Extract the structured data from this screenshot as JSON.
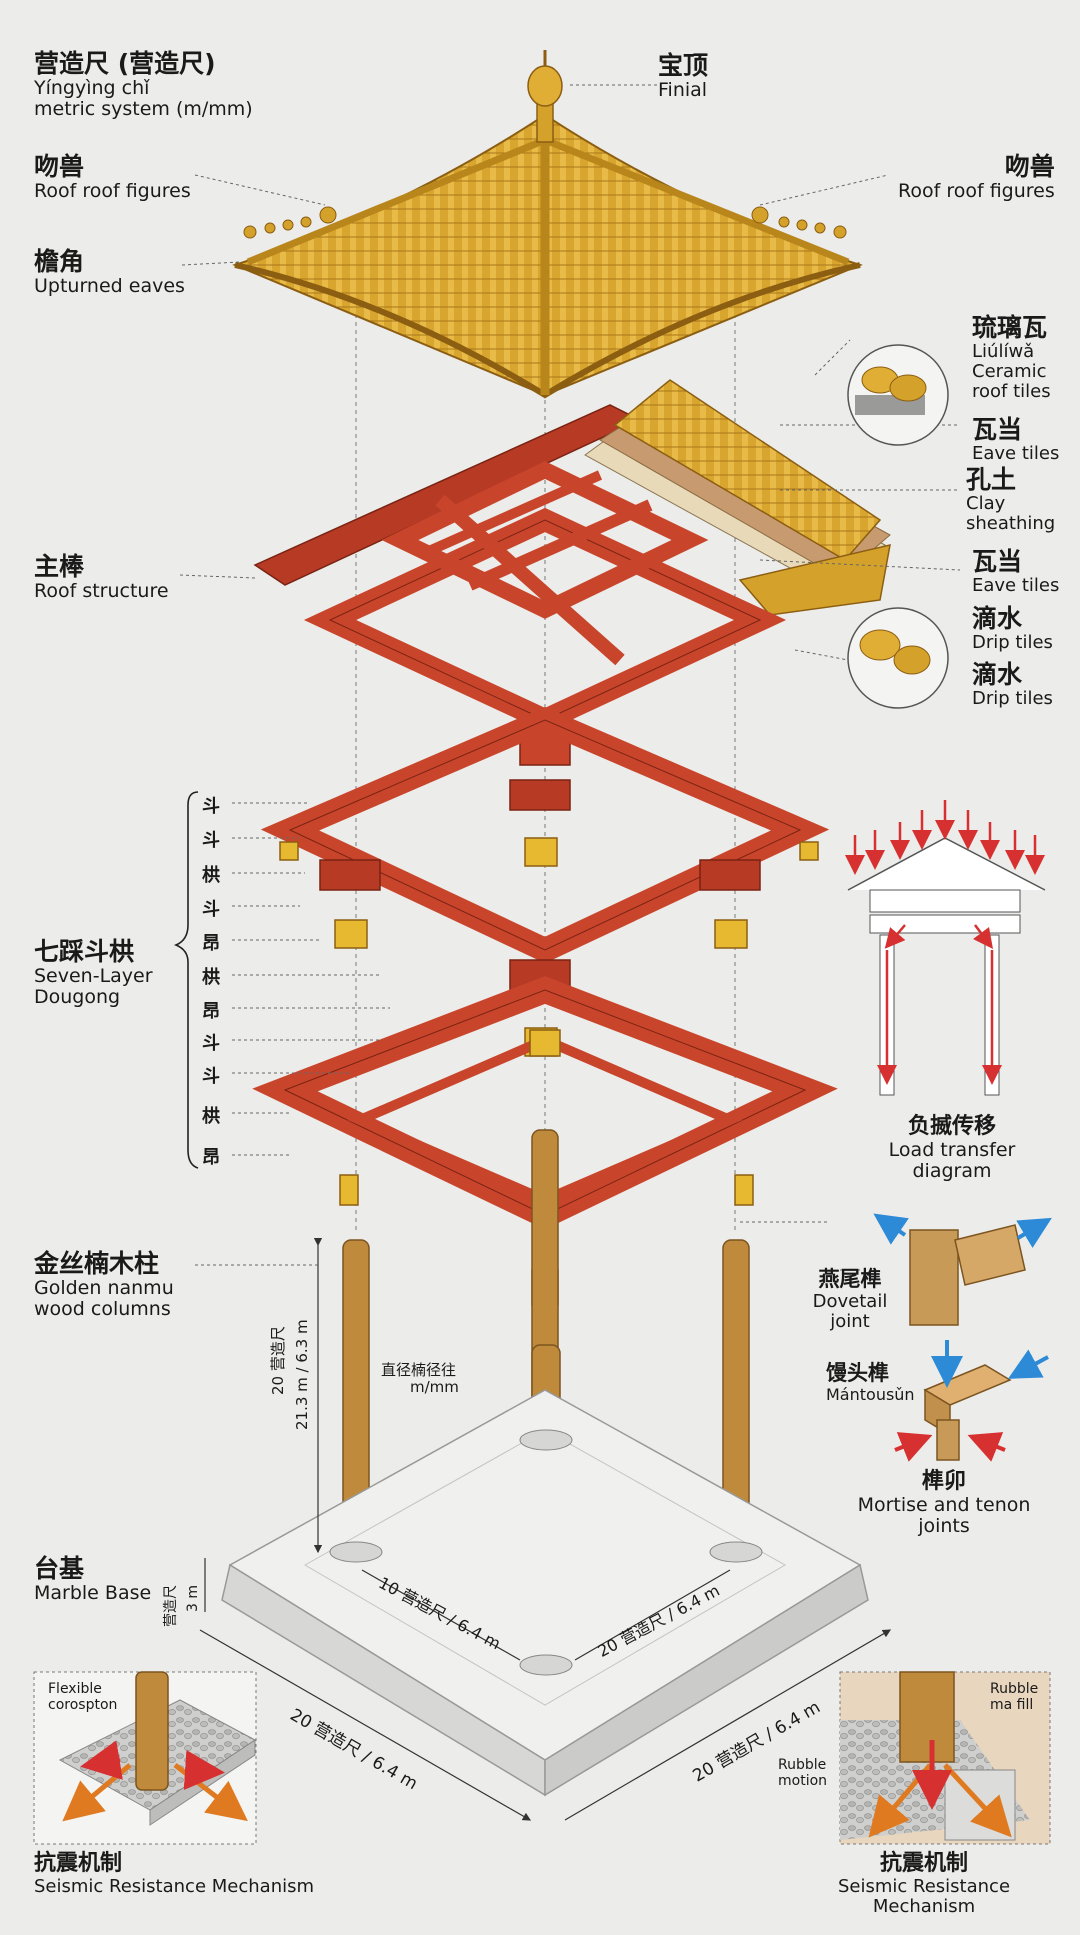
{
  "colors": {
    "background": "#ececea",
    "roof_gold": "#d4a22b",
    "roof_dark": "#a8761a",
    "timber_red": "#c8452c",
    "timber_dark": "#8e2c1c",
    "column": "#c08a3c",
    "stone": "#e4e4e2",
    "arrow_red": "#d63030",
    "arrow_blue": "#2d8ad6",
    "arrow_orange": "#e07a20"
  },
  "labels": {
    "ruler": {
      "zh": "营造尺 (营造尺)",
      "pinyin": "Yíngyìng chǐ",
      "en": "metric system (m/mm)"
    },
    "finial": {
      "zh": "宝顶",
      "en": "Finial"
    },
    "roof_figures_left": {
      "zh": "吻兽",
      "en": "Roof roof figures"
    },
    "roof_figures_right": {
      "zh": "吻兽",
      "en": "Roof roof figures"
    },
    "eaves": {
      "zh": "檐角",
      "en": "Upturned eaves"
    },
    "ceramic": {
      "zh": "琉璃瓦",
      "pinyin": "Liúlíwǎ",
      "en1": "Ceramic",
      "en2": "roof tiles"
    },
    "eave_tiles_1": {
      "zh": "瓦当",
      "en": "Eave tiles"
    },
    "clay": {
      "zh": "孔土",
      "en1": "Clay",
      "en2": "sheathing"
    },
    "eave_tiles_2": {
      "zh": "瓦当",
      "en": "Eave tiles"
    },
    "drip_1": {
      "zh": "滴水",
      "en": "Drip tiles"
    },
    "drip_2": {
      "zh": "滴水",
      "en": "Drip tiles"
    },
    "roof_structure": {
      "zh": "主棒",
      "en": "Roof structure"
    },
    "dougong": {
      "zh": "七踩斗栱",
      "en1": "Seven-Layer",
      "en2": "Dougong"
    },
    "dougong_parts": [
      "斗",
      "斗",
      "栱",
      "斗",
      "昂",
      "栱",
      "昂",
      "斗",
      "斗",
      "栱",
      "昂"
    ],
    "load": {
      "zh": "负揻传移",
      "en": "Load transfer diagram"
    },
    "columns": {
      "zh": "金丝楠木柱",
      "en1": "Golden nanmu",
      "en2": "wood columns"
    },
    "dovetail": {
      "zh": "燕尾榫",
      "en": "Dovetail joint"
    },
    "mantousun": {
      "zh": "馒头榫",
      "en": "Mántousǔn"
    },
    "mortise": {
      "zh": "榫卯",
      "en": "Mortise and tenon joints"
    },
    "column_height_1": "20 营造尺",
    "column_height_2": "21.3 m / 6.3 m",
    "column_diam_1": "直径楠径往",
    "column_diam_2": "m/mm",
    "base": {
      "zh": "台基",
      "en": "Marble Base"
    },
    "base_height_1": "营造尺",
    "base_height_2": "3 m",
    "dim_10": "10 营造尺 / 6.4 m",
    "dim_20_inner": "20 营造尺 / 6.4 m",
    "dim_20_left": "20 营造尺 / 6.4 m",
    "dim_20_right": "20 营造尺 / 6.4 m",
    "flexible_1": "Flexible",
    "flexible_2": "corospton",
    "rubble_fill_1": "Rubble",
    "rubble_fill_2": "ma fill",
    "rubble_motion_1": "Rubble",
    "rubble_motion_2": "motion",
    "seismic_left": {
      "zh": "抗震机制",
      "en": "Seismic Resistance Mechanism"
    },
    "seismic_right": {
      "zh": "抗震机制",
      "en": "Seismic Resistance Mechanism"
    }
  }
}
